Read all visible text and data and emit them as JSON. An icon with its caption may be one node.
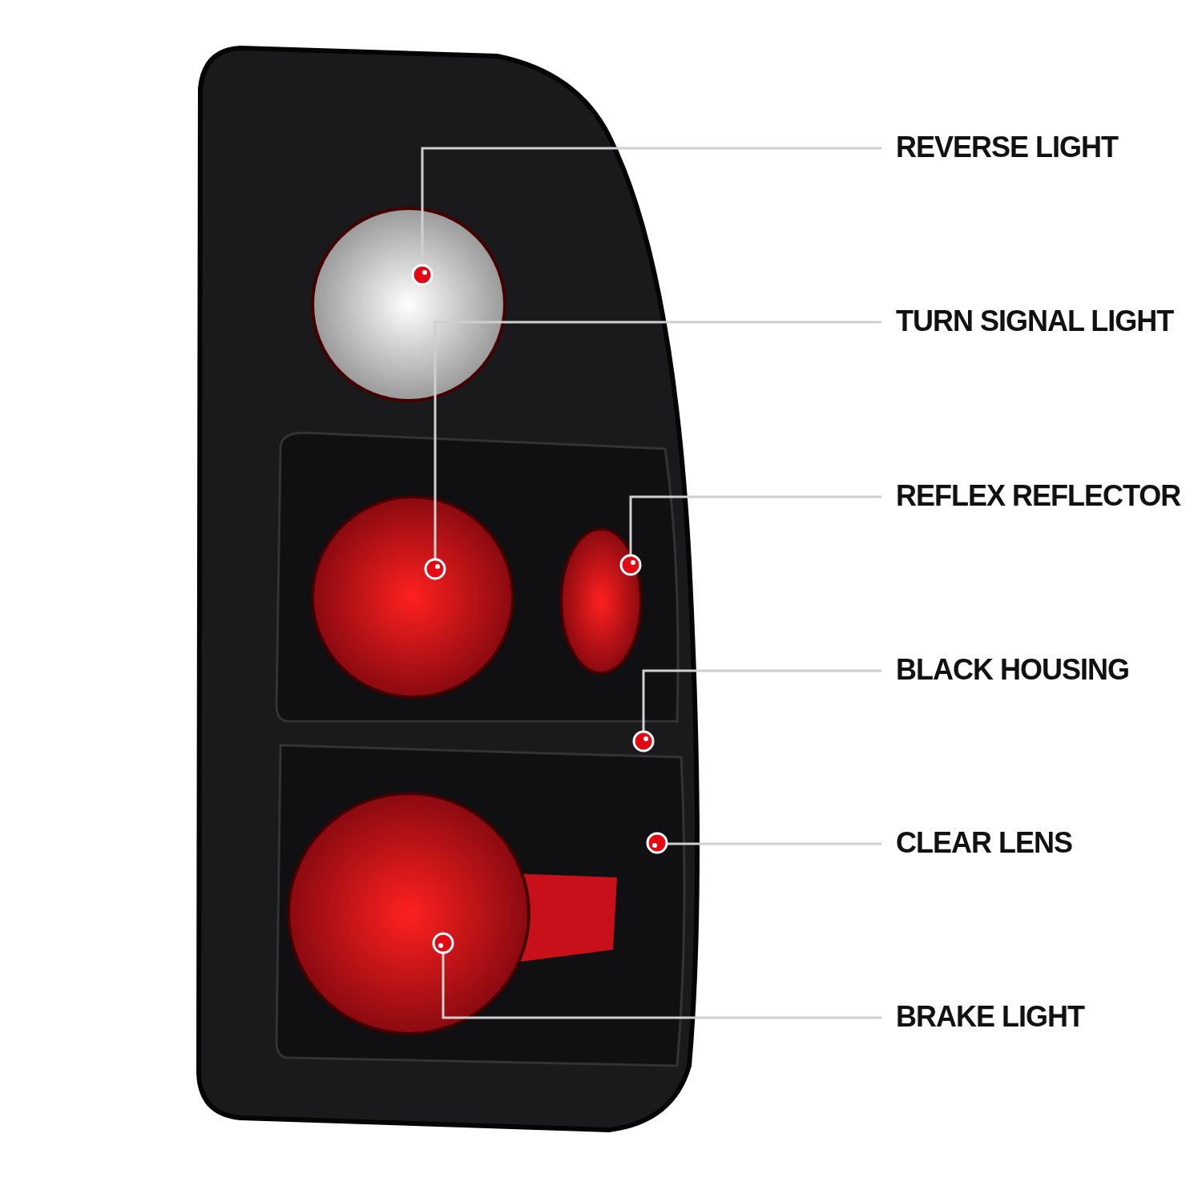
{
  "diagram": {
    "nodes": [
      {
        "text": [
          "REVERSE LIGHT"
        ]
      },
      {
        "text": [
          "TURN SIGNAL LIGHT"
        ]
      },
      {
        "text": [
          "REFLEX REFLECTOR"
        ]
      },
      {
        "text": [
          "BLACK HOUSING"
        ]
      },
      {
        "text": [
          "CLEAR LENS"
        ]
      },
      {
        "text": [
          "BRAKE LIGHT"
        ]
      },
      {
        "text": [],
        "shape": "circle"
      },
      {
        "text": [],
        "shape": "circle"
      },
      {
        "text": [],
        "shape": "circle"
      },
      {
        "text": [],
        "shape": "circle"
      }
    ],
    "edges": [
      {
        "from": 0,
        "to": 6,
        "arrow": "other"
      },
      {
        "from": 1,
        "to": 7,
        "arrow": "other"
      },
      {
        "from": 2,
        "to": 8,
        "arrow": "other"
      },
      {
        "from": 3,
        "to": null,
        "arrow": "other"
      },
      {
        "from": 4,
        "to": null,
        "arrow": "other"
      },
      {
        "from": 5,
        "to": 9,
        "arrow": "other"
      }
    ]
  }
}
